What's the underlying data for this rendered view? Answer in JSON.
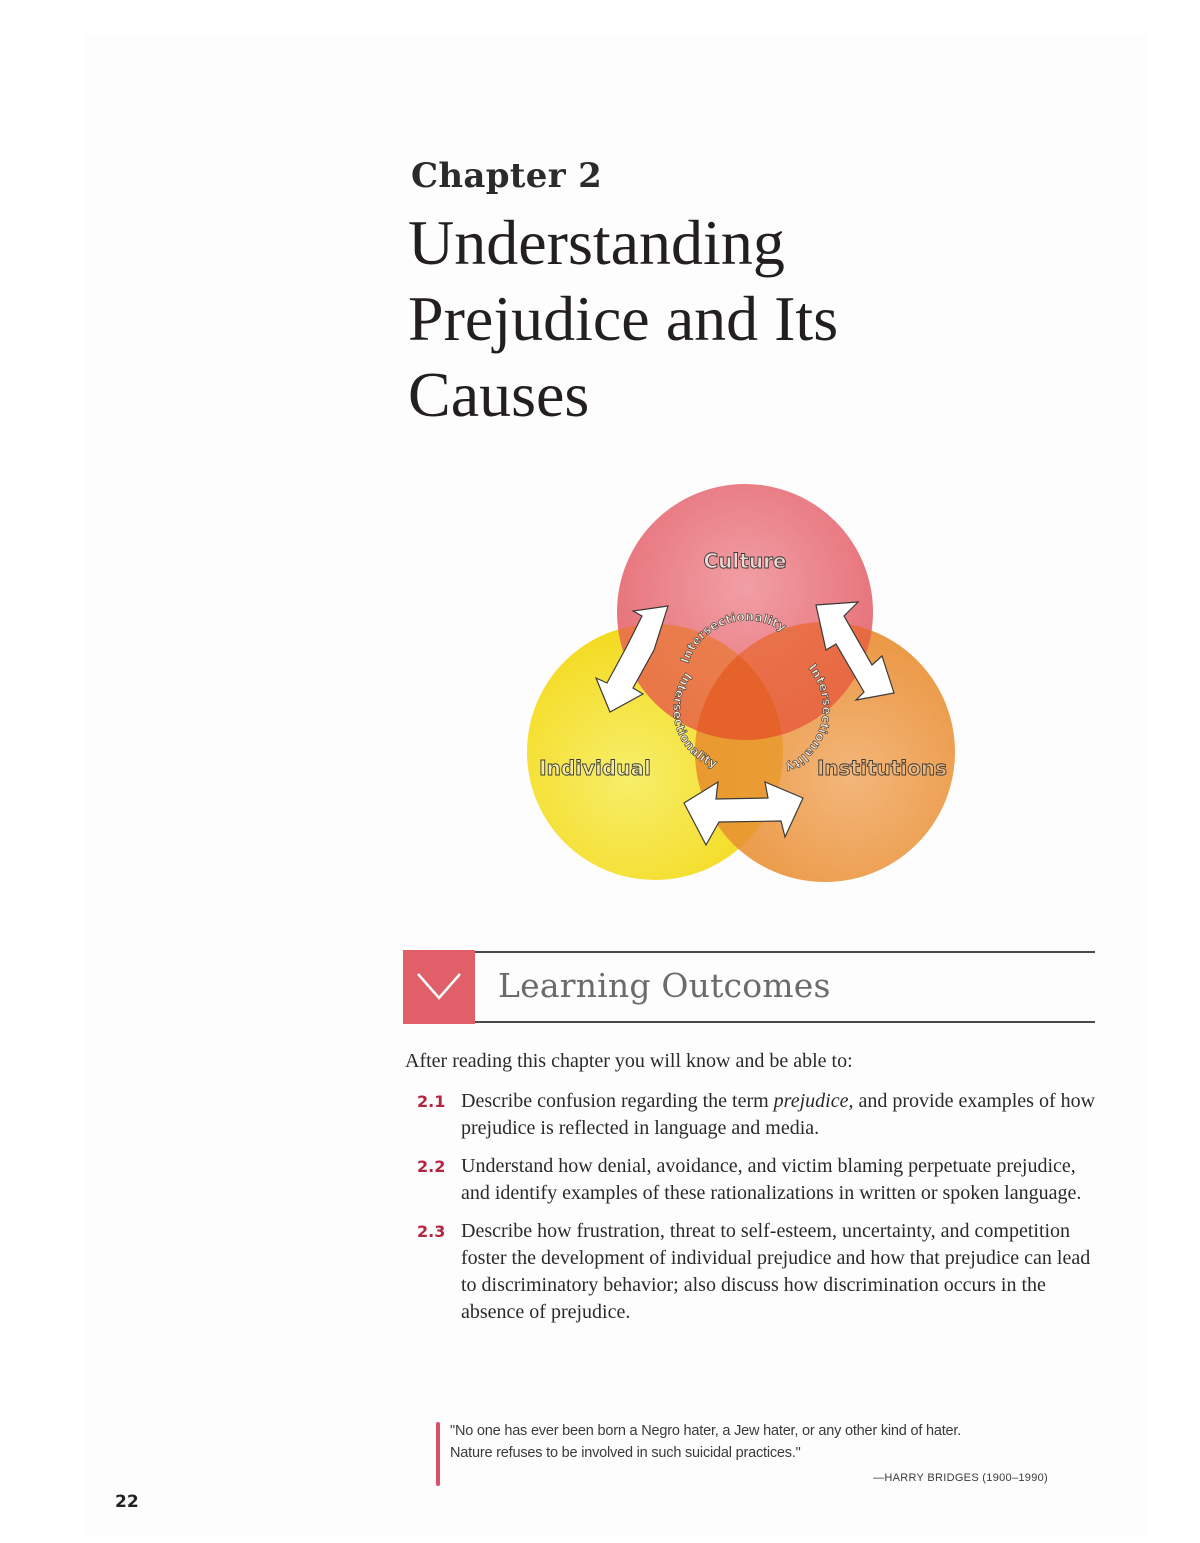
{
  "chapter": {
    "label": "Chapter 2",
    "title_lines": [
      "Understanding",
      "Prejudice and Its",
      "Causes"
    ]
  },
  "diagram": {
    "circles": [
      {
        "label": "Culture",
        "color": "#e9727a"
      },
      {
        "label": "Individual",
        "color": "#f5e02a"
      },
      {
        "label": "Institutions",
        "color": "#eda055"
      }
    ],
    "arc_labels": [
      "Intersectionality",
      "Intersectionality",
      "Intersectionality"
    ],
    "arrow_color": "#ffffff",
    "arrows": [
      {
        "name": "culture-individual-arrow"
      },
      {
        "name": "culture-institutions-arrow"
      },
      {
        "name": "individual-institutions-arrow"
      }
    ]
  },
  "learning_outcomes": {
    "header": "Learning Outcomes",
    "icon": "checkmark-chevron-icon",
    "accent_color": "#e05f68",
    "intro": "After reading this chapter you will know and be able to:",
    "items": [
      {
        "number": "2.1",
        "text_before_em": "Describe confusion regarding the term ",
        "em": "prejudice,",
        "text_after_em": " and provide examples of how prejudice is reflected in language and media."
      },
      {
        "number": "2.2",
        "text": "Understand how denial, avoidance, and victim blaming perpetuate prejudice, and identify examples of these rationalizations in written or spoken language."
      },
      {
        "number": "2.3",
        "text": "Describe how frustration, threat to self-esteem, uncertainty, and competition foster the development of individual prejudice and how that prejudice can lead to discriminatory behavior; also discuss how discrimination occurs in the absence of prejudice."
      }
    ]
  },
  "quote": {
    "line1": "\"No one has ever been born a Negro hater, a Jew hater, or any other kind of hater.",
    "line2": "Nature refuses to be involved in such suicidal practices.\"",
    "attribution": "—HARRY BRIDGES (1900–1990)",
    "bar_color": "#d94f6c"
  },
  "page_number": "22"
}
